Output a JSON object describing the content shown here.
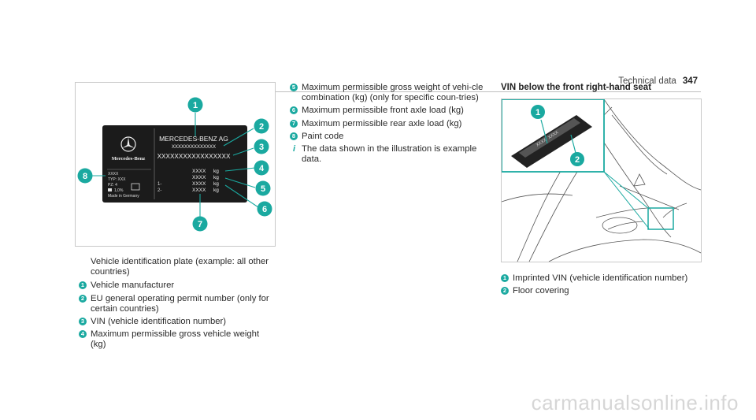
{
  "header": {
    "section": "Technical data",
    "page_number": "347"
  },
  "figure1": {
    "plate": {
      "manufacturer": "MERCEDES-BENZ AG",
      "permit_number": "XXXXXXXXXXXXXX",
      "vin": "XXXXXXXXXXXXXXXXX",
      "brand": "Mercedes-Benz",
      "small_code": "XXXX",
      "typ": "TYP: XXX",
      "pz": "PZ:  4",
      "factor": "1,0%",
      "made_in": "Made in Germany",
      "weights": [
        {
          "prefix": "",
          "value": "XXXX",
          "unit": "kg"
        },
        {
          "prefix": "",
          "value": "XXXX",
          "unit": "kg"
        },
        {
          "prefix": "1-",
          "value": "XXXX",
          "unit": "kg"
        },
        {
          "prefix": "2-",
          "value": "XXXX",
          "unit": "kg"
        }
      ]
    },
    "callouts": [
      "1",
      "2",
      "3",
      "4",
      "5",
      "6",
      "7",
      "8"
    ]
  },
  "col1": {
    "intro": "Vehicle identification plate (example: all other countries)",
    "items": [
      {
        "n": "1",
        "text": "Vehicle manufacturer"
      },
      {
        "n": "2",
        "text": "EU general operating permit number (only for certain countries)"
      },
      {
        "n": "3",
        "text": "VIN (vehicle identification number)"
      },
      {
        "n": "4",
        "text": "Maximum permissible gross vehicle weight (kg)"
      }
    ]
  },
  "col2": {
    "items": [
      {
        "n": "5",
        "text": "Maximum permissible gross weight of vehi-cle combination (kg) (only for specific coun-tries)"
      },
      {
        "n": "6",
        "text": "Maximum permissible front axle load (kg)"
      },
      {
        "n": "7",
        "text": "Maximum permissible rear axle load (kg)"
      },
      {
        "n": "8",
        "text": "Paint code"
      }
    ],
    "note": "The data shown in the illustration is example data."
  },
  "col3": {
    "title": "VIN below the front right-hand seat",
    "items": [
      {
        "n": "1",
        "text": "Imprinted VIN (vehicle identification number)"
      },
      {
        "n": "2",
        "text": "Floor covering"
      }
    ],
    "figure_callouts": [
      "1",
      "2"
    ]
  },
  "watermark": "carmanualsonline.info",
  "colors": {
    "accent": "#1aa9a0",
    "plate": "#1b1b1b"
  }
}
